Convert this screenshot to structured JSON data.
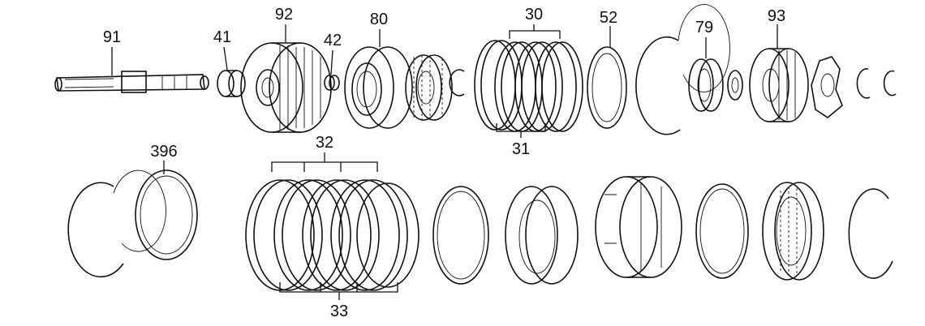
{
  "diagram": {
    "title": "Transmission clutch assembly exploded view",
    "labels": [
      "91",
      "41",
      "92",
      "42",
      "80",
      "30",
      "31",
      "52",
      "79",
      "93",
      "396",
      "32",
      "33"
    ]
  }
}
